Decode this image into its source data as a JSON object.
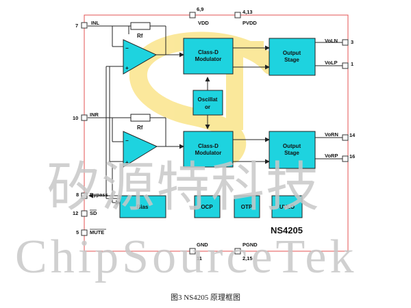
{
  "chip": {
    "name": "NS4205",
    "pins": {
      "inl": {
        "num": "7",
        "label": "INL"
      },
      "inr": {
        "num": "10",
        "label": "INR"
      },
      "vdd": {
        "num": "6,9",
        "label": "VDD"
      },
      "pvdd": {
        "num": "4,13",
        "label": "PVDD"
      },
      "voln": {
        "num": "3",
        "label": "VoLN"
      },
      "volp": {
        "num": "1",
        "label": "VoLP"
      },
      "vorn": {
        "num": "14",
        "label": "VoRN"
      },
      "vorp": {
        "num": "16",
        "label": "VoRP"
      },
      "bypass": {
        "num": "8",
        "label": "Bypass"
      },
      "sd": {
        "num": "12",
        "label": "SD"
      },
      "mute": {
        "num": "5",
        "label": "MUTE"
      },
      "gnd": {
        "num": "11",
        "label": "GND"
      },
      "pgnd": {
        "num": "2,15",
        "label": "PGND"
      }
    },
    "blocks": {
      "rf_top": "Rf",
      "rf_bottom": "Rf",
      "classd_top": [
        "Class-D",
        "Modulator"
      ],
      "classd_bottom": [
        "Class-D",
        "Modulator"
      ],
      "output_top": [
        "Output",
        "Stage"
      ],
      "output_bottom": [
        "Output",
        "Stage"
      ],
      "oscillator": [
        "Oscillat",
        "or"
      ],
      "bias": "Bias",
      "ocp": "OCP",
      "otp": "OTP",
      "uvlo": "UVLO"
    },
    "amp_signs": {
      "minus": "−",
      "plus": "+"
    }
  },
  "watermark": {
    "cn": "矽源特科技",
    "en": "ChipSourceTek"
  },
  "caption": "图3  NS4205 原理框图",
  "colors": {
    "block_fill": "#1ed3df",
    "block_stroke": "#1a1a1a",
    "border": "#e35050",
    "wire": "#222222",
    "watermark": "#c8c8c8",
    "logo": "#f7d64a"
  }
}
